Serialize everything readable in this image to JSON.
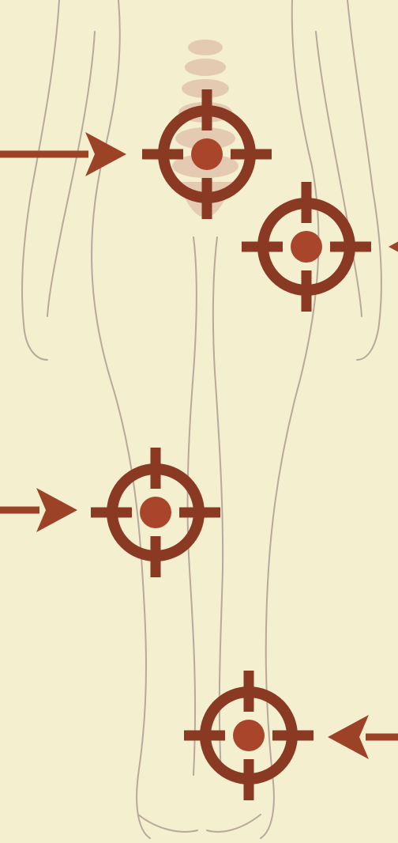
{
  "colors": {
    "background": "#f3efcf",
    "body_outline": "#b9a89b",
    "spine": "#e3c4ae",
    "target": "#8a3a22",
    "target_core": "#a8452a",
    "arrow": "#9c4327"
  },
  "targets": [
    {
      "name": "lower-back-target",
      "icon": "crosshair-icon"
    },
    {
      "name": "hip-target",
      "icon": "crosshair-icon"
    },
    {
      "name": "knee-target",
      "icon": "crosshair-icon"
    },
    {
      "name": "ankle-target",
      "icon": "crosshair-icon"
    }
  ],
  "arrows": [
    {
      "name": "lower-back-arrow",
      "icon": "arrow-right-icon"
    },
    {
      "name": "hip-arrow",
      "icon": "arrow-left-icon"
    },
    {
      "name": "knee-arrow",
      "icon": "arrow-right-icon"
    },
    {
      "name": "ankle-arrow",
      "icon": "arrow-left-icon"
    }
  ]
}
